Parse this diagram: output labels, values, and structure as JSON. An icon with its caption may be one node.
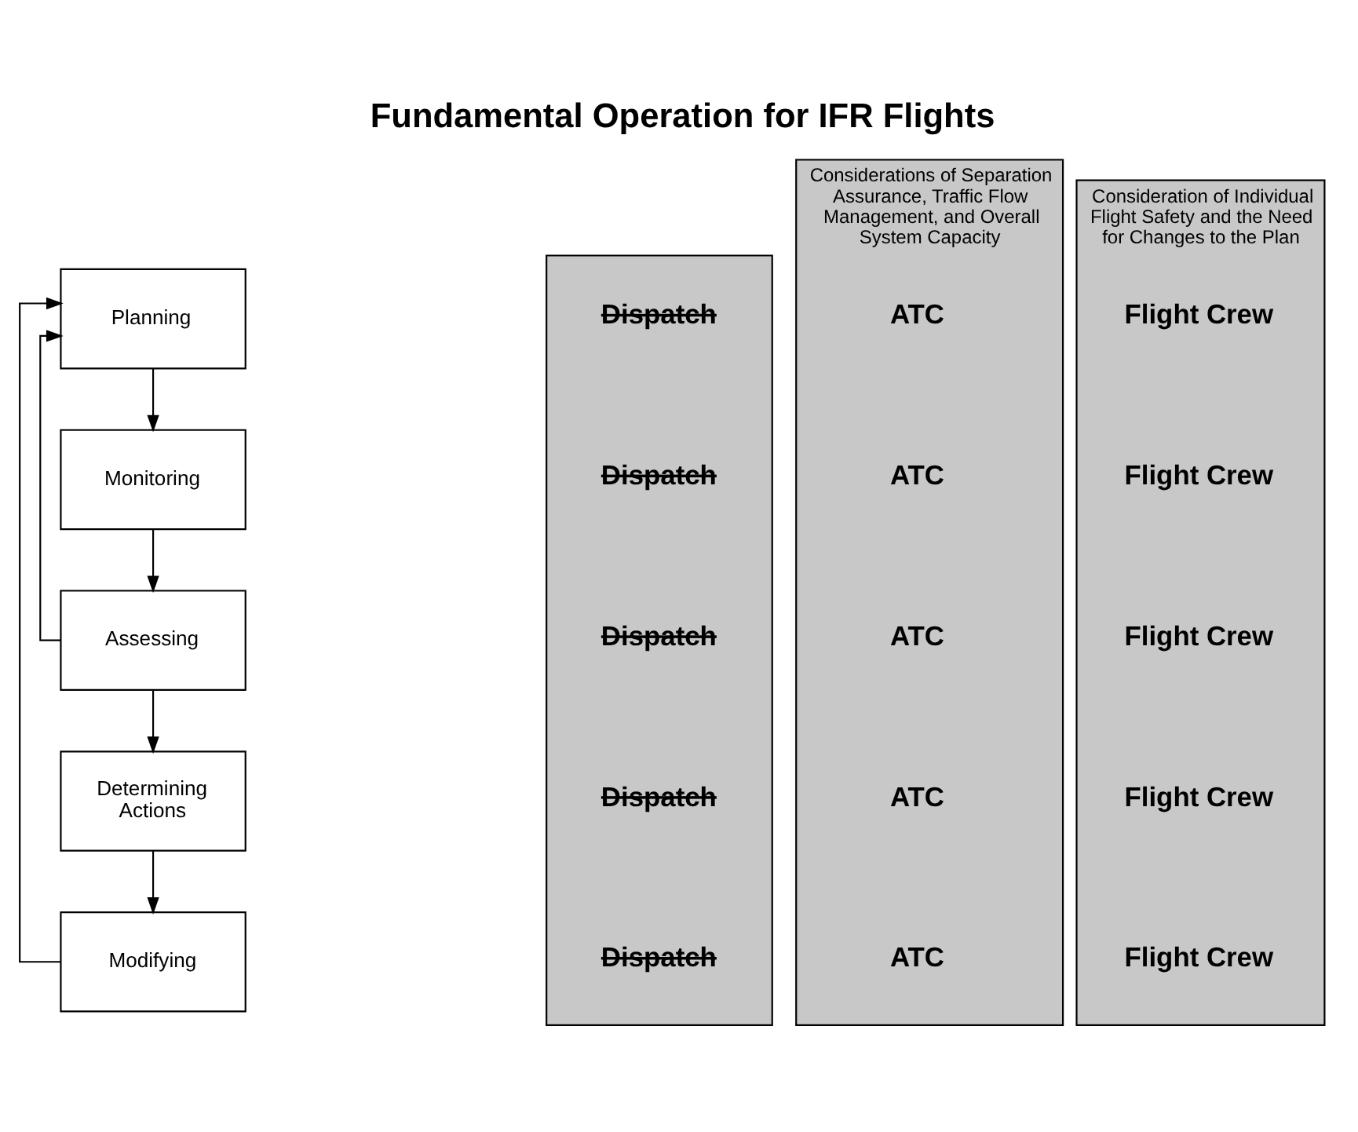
{
  "diagram": {
    "title": "Fundamental Operation for IFR Flights",
    "nodes": [
      {
        "text": [
          "Planning"
        ]
      },
      {
        "text": [
          "Monitoring"
        ]
      },
      {
        "text": [
          "Assessing"
        ]
      },
      {
        "text": [
          "Determining Actions"
        ]
      },
      {
        "text": [
          "Modifying"
        ]
      },
      {
        "text": [],
        "shape": "bar"
      },
      {
        "text": [
          "Dispatch"
        ],
        "in": 5
      },
      {
        "text": [
          "Dispatch"
        ],
        "in": 5
      },
      {
        "text": [
          "Dispatch"
        ],
        "in": 5
      },
      {
        "text": [
          "Dispatch"
        ],
        "in": 5
      },
      {
        "text": [
          "Dispatch"
        ],
        "in": 5
      },
      {
        "text": [
          "Considerations of Separation Assurance, Traffic Flow Management, and Overall System Capacity"
        ]
      },
      {
        "text": [
          "ATC"
        ],
        "in": 11
      },
      {
        "text": [
          "ATC"
        ],
        "in": 11
      },
      {
        "text": [
          "ATC"
        ],
        "in": 11
      },
      {
        "text": [
          "ATC"
        ],
        "in": 11
      },
      {
        "text": [
          "ATC"
        ],
        "in": 11
      },
      {
        "text": [
          "Consideration of Individual Flight Safety and the Need for Changes to the Plan"
        ]
      },
      {
        "text": [
          "Flight Crew"
        ],
        "in": 17
      },
      {
        "text": [
          "Flight Crew"
        ],
        "in": 17
      },
      {
        "text": [
          "Flight Crew"
        ],
        "in": 17
      },
      {
        "text": [
          "Flight Crew"
        ],
        "in": 17
      },
      {
        "text": [
          "Flight Crew"
        ],
        "in": 17
      }
    ],
    "edges": [
      {
        "from": 0,
        "to": 1,
        "arrow": "to"
      },
      {
        "from": 1,
        "to": 2,
        "arrow": "to"
      },
      {
        "from": 2,
        "to": 3,
        "arrow": "to"
      },
      {
        "from": 3,
        "to": 4,
        "arrow": "to"
      },
      {
        "from": 2,
        "to": 0,
        "arrow": "to"
      },
      {
        "from": 4,
        "to": 0,
        "arrow": "to"
      }
    ]
  }
}
